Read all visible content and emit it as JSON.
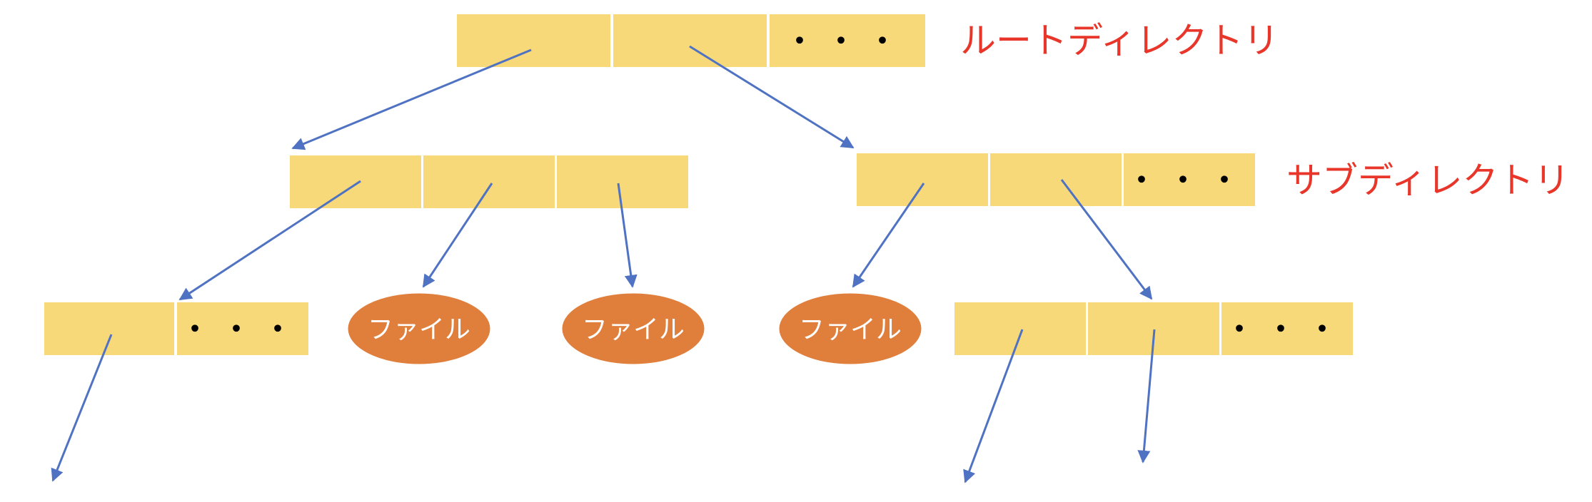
{
  "labels": {
    "root_directory": "ルートディレクトリ",
    "sub_directory": "サブディレクトリ",
    "file": "ファイル",
    "ellipsis": "・・・"
  },
  "colors": {
    "directory_cell": "#f7d97a",
    "file_node": "#e07e3c",
    "arrow": "#4f72c2",
    "caption": "#e8362a"
  }
}
